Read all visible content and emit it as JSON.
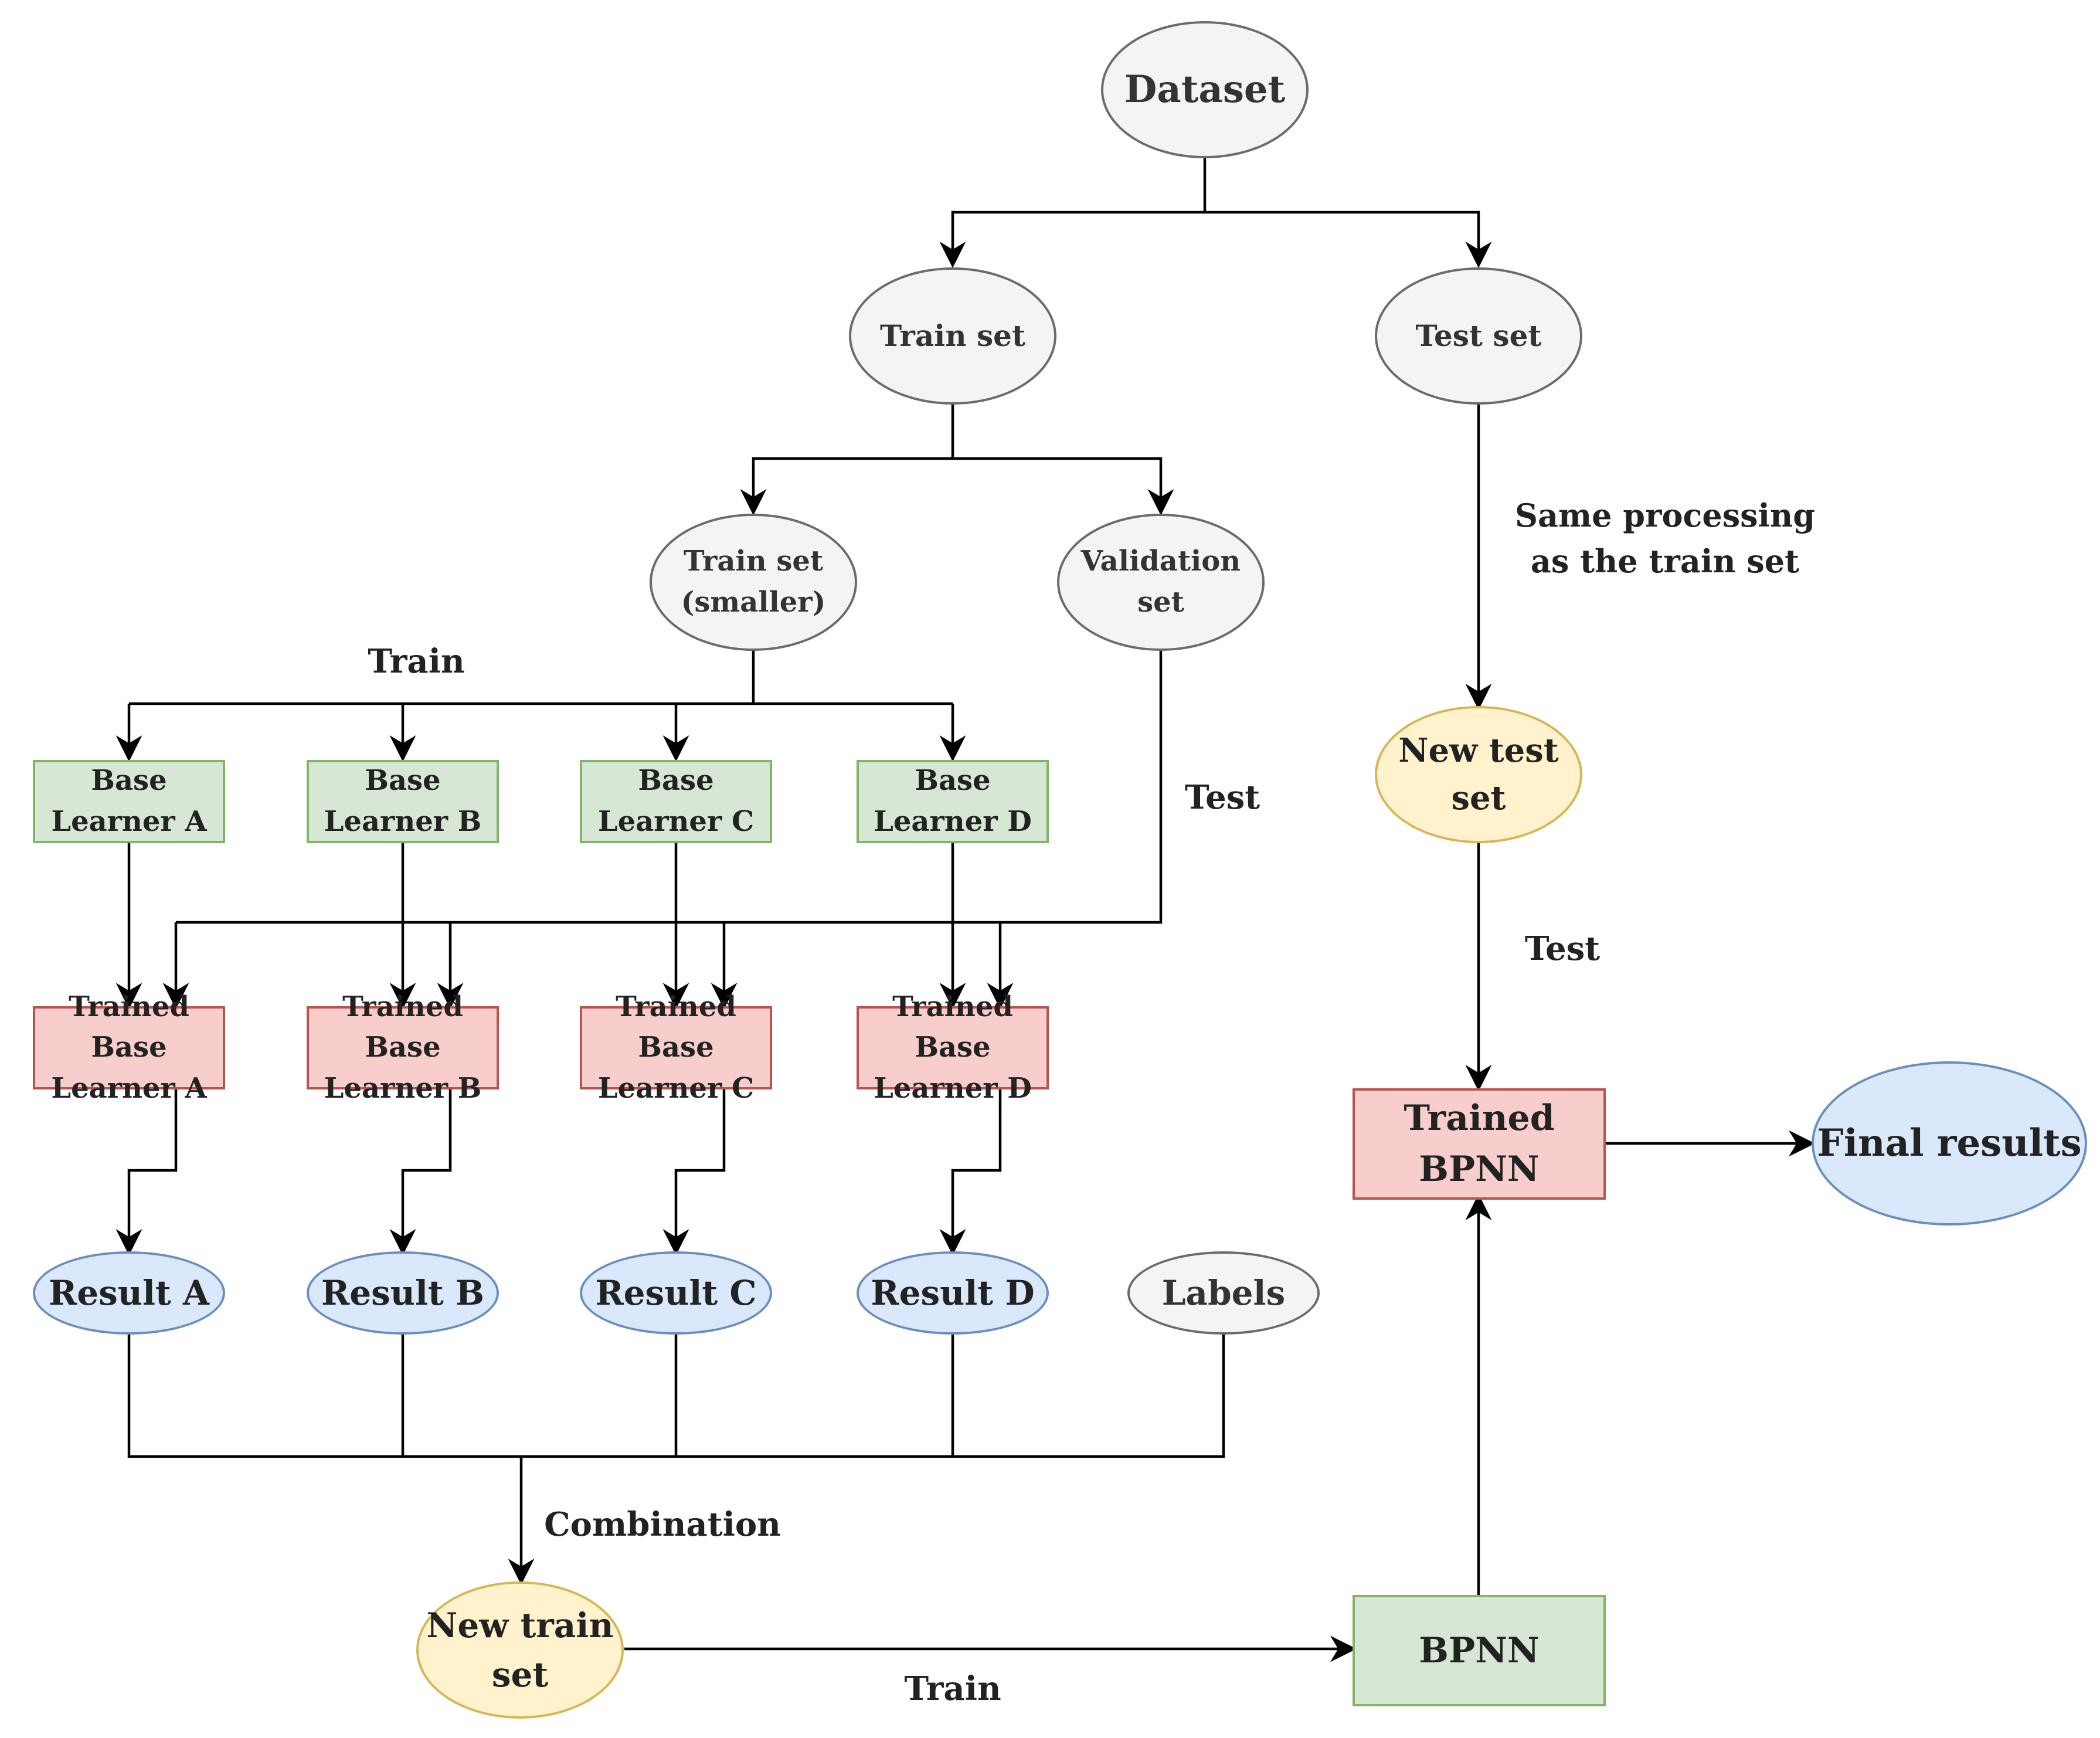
{
  "nodes": {
    "dataset": "Dataset",
    "train_set": "Train set",
    "test_set": "Test set",
    "train_set_smaller": "Train set\n(smaller)",
    "validation_set": "Validation set",
    "base_a": "Base\nLearner A",
    "base_b": "Base\nLearner B",
    "base_c": "Base\nLearner C",
    "base_d": "Base\nLearner D",
    "trained_a": "Trained Base\nLearner A",
    "trained_b": "Trained Base\nLearner B",
    "trained_c": "Trained Base\nLearner C",
    "trained_d": "Trained Base\nLearner D",
    "result_a": "Result A",
    "result_b": "Result B",
    "result_c": "Result C",
    "result_d": "Result D",
    "labels": "Labels",
    "new_train_set": "New train\nset",
    "bpnn": "BPNN",
    "new_test_set": "New test set",
    "trained_bpnn": "Trained BPNN",
    "final_results": "Final results"
  },
  "edge_labels": {
    "train_top": "Train",
    "test_validation": "Test",
    "same_processing": "Same processing\nas the  train set",
    "test_bpnn": "Test",
    "combination": "Combination",
    "train_bottom": "Train"
  },
  "colors": {
    "gray": "#f4f4f4",
    "green": "#d6e8d4",
    "red": "#f8cecc",
    "blue": "#dae8fc",
    "yellow": "#fff2cc",
    "line": "#000000"
  }
}
